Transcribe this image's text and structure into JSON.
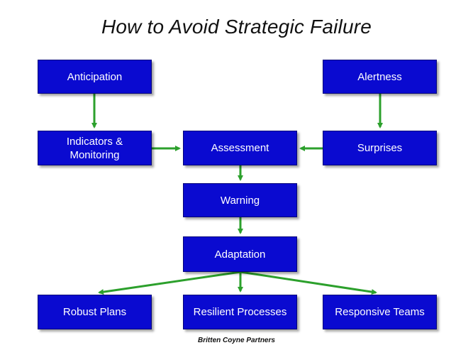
{
  "title": "How to Avoid Strategic Failure",
  "nodes": {
    "anticipation": "Anticipation",
    "alertness": "Alertness",
    "indicators": "Indicators &\nMonitoring",
    "assessment": "Assessment",
    "surprises": "Surprises",
    "warning": "Warning",
    "adaptation": "Adaptation",
    "robust_plans": "Robust Plans",
    "resilient_processes": "Resilient Processes",
    "responsive_teams": "Responsive Teams"
  },
  "colors": {
    "box_fill": "#0a0ad0",
    "arrow": "#2ca02c"
  },
  "footer": "Britten Coyne Partners"
}
